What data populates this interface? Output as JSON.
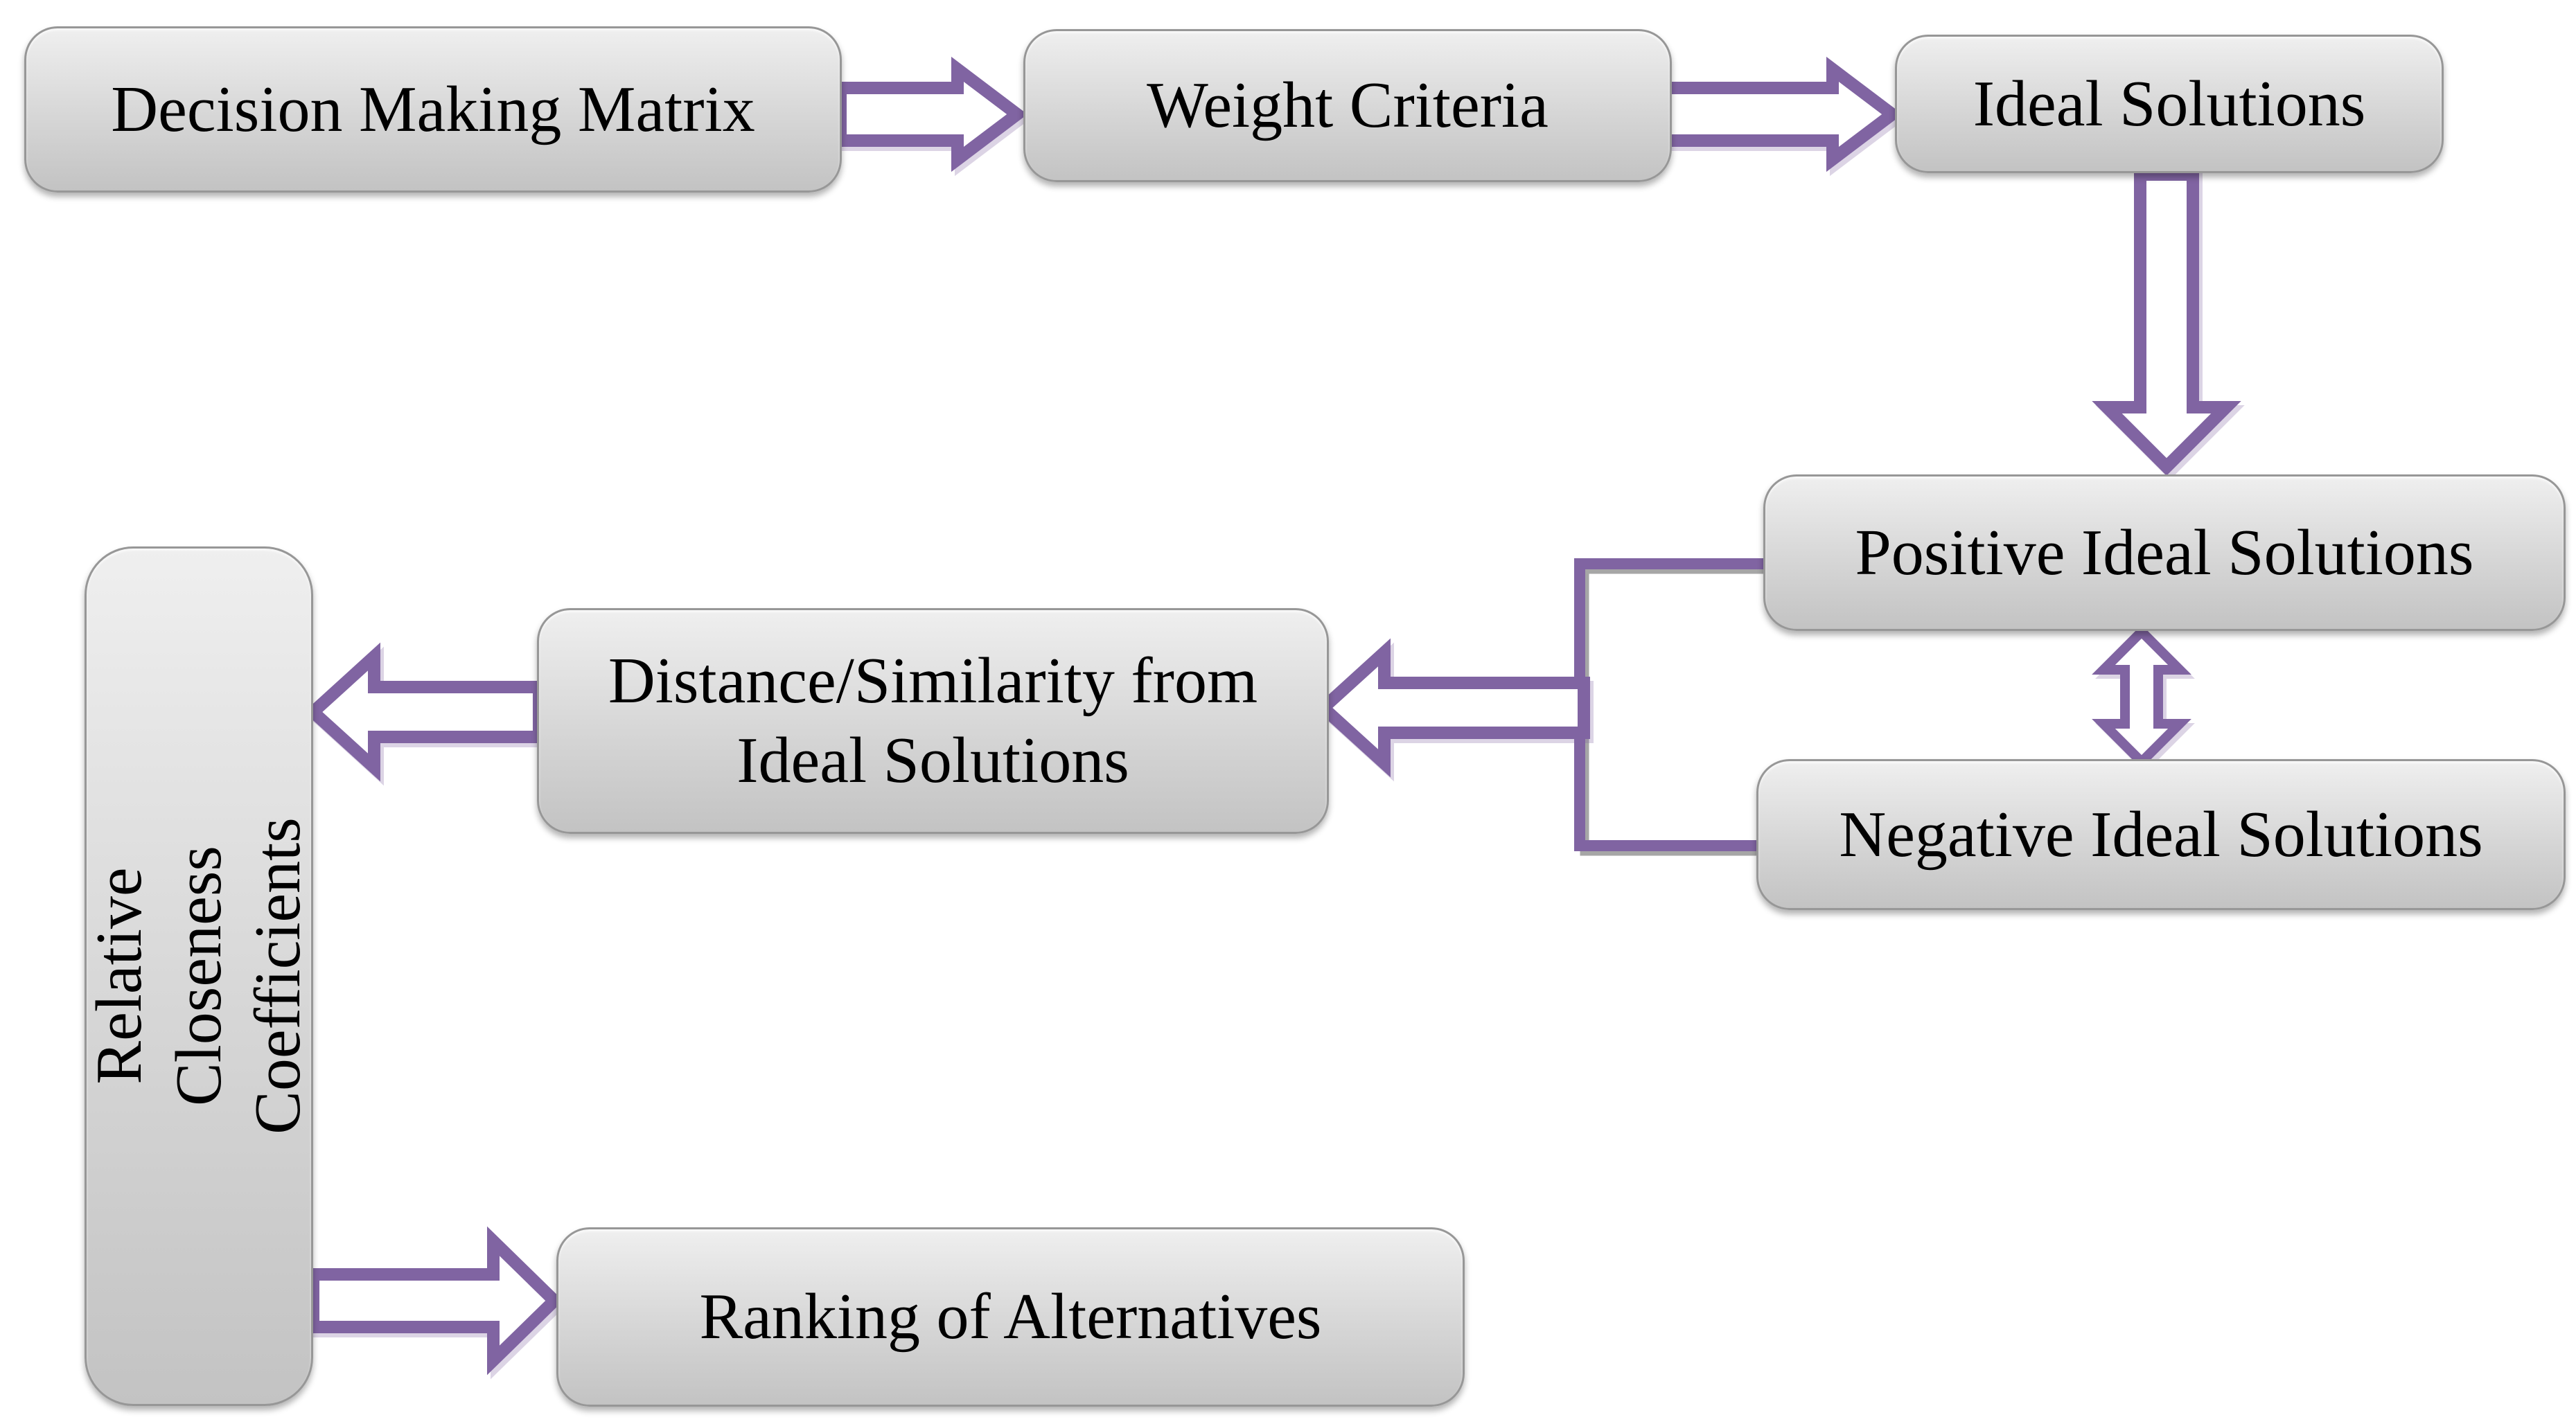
{
  "diagram": {
    "nodes": {
      "decision_matrix": {
        "label": "Decision Making Matrix"
      },
      "weight_criteria": {
        "label": "Weight Criteria"
      },
      "ideal_solutions": {
        "label": "Ideal Solutions"
      },
      "positive_ideal": {
        "label": "Positive Ideal Solutions"
      },
      "negative_ideal": {
        "label": "Negative Ideal Solutions"
      },
      "distance_similarity": {
        "label": "Distance/Similarity from\nIdeal Solutions"
      },
      "relative_closeness": {
        "label": "Relative Closeness\nCoefficients"
      },
      "ranking": {
        "label": "Ranking of Alternatives"
      }
    },
    "edges": [
      {
        "from": "Decision Making Matrix",
        "to": "Weight Criteria",
        "type": "block-arrow-right"
      },
      {
        "from": "Weight Criteria",
        "to": "Ideal Solutions",
        "type": "block-arrow-right"
      },
      {
        "from": "Ideal Solutions",
        "to": "Positive Ideal Solutions",
        "type": "block-arrow-down"
      },
      {
        "from": "Positive Ideal Solutions",
        "to": "Negative Ideal Solutions",
        "type": "block-arrow-double-vertical"
      },
      {
        "from": "Positive Ideal Solutions + Negative Ideal Solutions",
        "to": "Distance/Similarity from Ideal Solutions",
        "type": "bracket-then-block-arrow-left"
      },
      {
        "from": "Distance/Similarity from Ideal Solutions",
        "to": "Relative Closeness Coefficients",
        "type": "block-arrow-left"
      },
      {
        "from": "Relative Closeness Coefficients",
        "to": "Ranking of Alternatives",
        "type": "block-arrow-right"
      }
    ],
    "colors": {
      "arrow_purple": "#8064A2",
      "arrow_fill": "#ffffff",
      "line_shadow": "#a6a6a6",
      "box_border": "#979797",
      "box_fill_top": "#efefef",
      "box_fill_mid": "#d6d6d6",
      "box_fill_bottom": "#c3c3c3",
      "text_color": "#000000",
      "bg": "#ffffff"
    }
  }
}
